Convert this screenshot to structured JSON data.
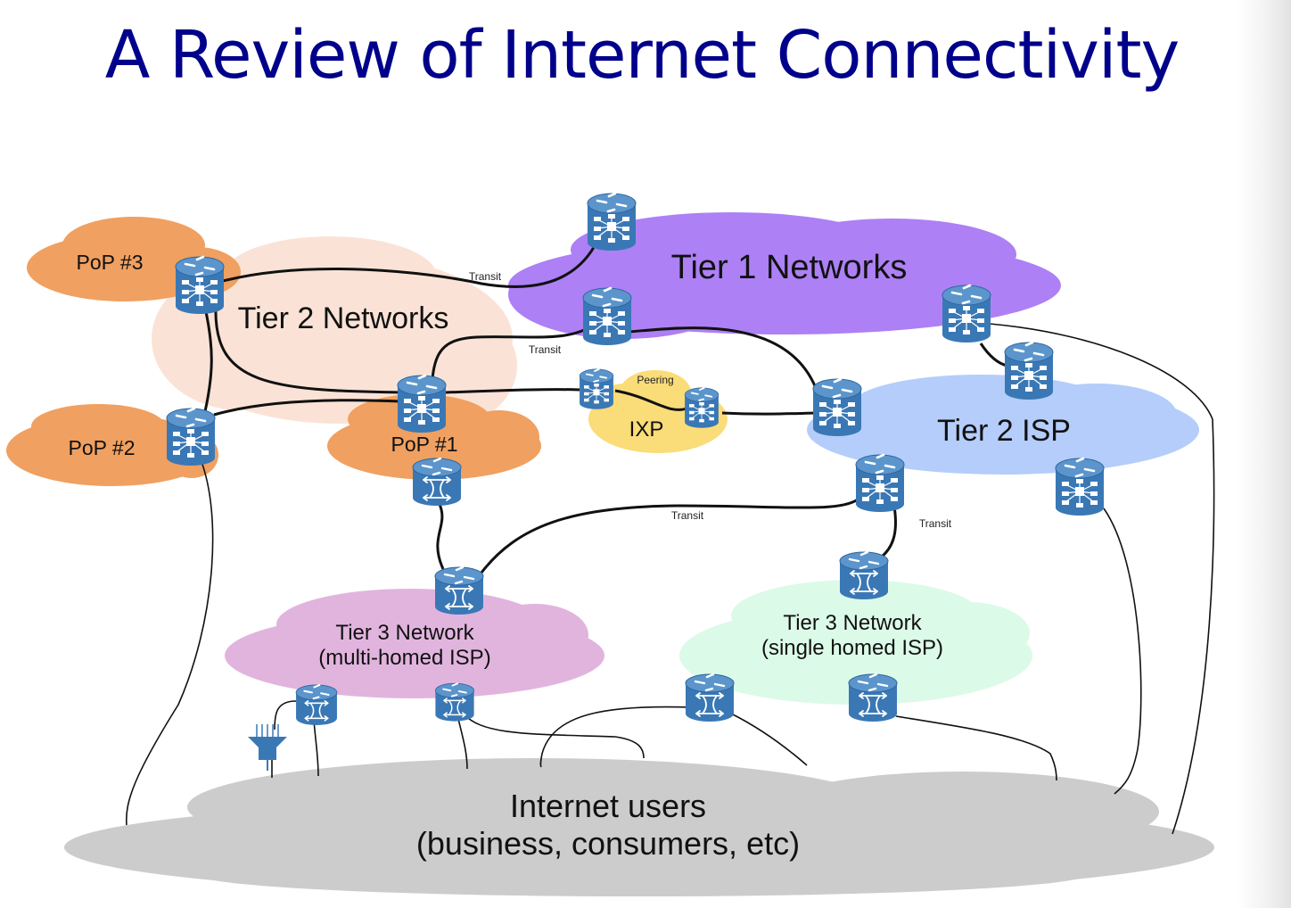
{
  "slide": {
    "title": "A Review of Internet Connectivity"
  },
  "colors": {
    "title": "#00008b",
    "pop": "#f0a060",
    "tier2_networks": "#fae3d6",
    "tier1": "#ad80f5",
    "ixp": "#fadc78",
    "tier2_isp": "#b4cdfa",
    "tier3_multi": "#e1b4de",
    "tier3_single": "#dcfae8",
    "users": "#cccccc",
    "device": "#3a78b5",
    "device_top": "#5b95cc"
  },
  "clouds": [
    {
      "id": "tier2-networks",
      "label": "Tier 2 Networks"
    },
    {
      "id": "pop-3",
      "label": "PoP #3"
    },
    {
      "id": "pop-2",
      "label": "PoP #2"
    },
    {
      "id": "pop-1",
      "label": "PoP #1"
    },
    {
      "id": "tier1",
      "label": "Tier 1 Networks"
    },
    {
      "id": "ixp",
      "label": "IXP"
    },
    {
      "id": "tier2-isp",
      "label": "Tier 2 ISP"
    },
    {
      "id": "tier3-multi",
      "label": "Tier 3 Network",
      "sublabel": "(multi-homed ISP)"
    },
    {
      "id": "tier3-single",
      "label": "Tier 3 Network",
      "sublabel": "(single homed ISP)"
    },
    {
      "id": "users",
      "label": "Internet users",
      "sublabel": "(business, consumers, etc)"
    }
  ],
  "link_labels": [
    {
      "id": "transit-pop3-tier1",
      "text": "Transit"
    },
    {
      "id": "transit-pop1-tier1",
      "text": "Transit"
    },
    {
      "id": "peering-ixp",
      "text": "Peering"
    },
    {
      "id": "transit-tier3multi-tier2isp",
      "text": "Transit"
    },
    {
      "id": "transit-tier3single-tier2isp",
      "text": "Transit"
    }
  ],
  "devices": [
    {
      "id": "r-pop3",
      "type": "router-core"
    },
    {
      "id": "r-pop2",
      "type": "router-core"
    },
    {
      "id": "r-pop1",
      "type": "router-core"
    },
    {
      "id": "r-tier1-top",
      "type": "router-core"
    },
    {
      "id": "r-tier1-mid",
      "type": "router-core"
    },
    {
      "id": "r-tier1-right",
      "type": "router-core"
    },
    {
      "id": "r-ixp-left",
      "type": "router-core"
    },
    {
      "id": "r-ixp-right",
      "type": "router-core"
    },
    {
      "id": "r-tier2isp-left",
      "type": "router-core"
    },
    {
      "id": "r-tier2isp-top",
      "type": "router-core"
    },
    {
      "id": "r-tier2isp-mid",
      "type": "router-core"
    },
    {
      "id": "r-tier2isp-right",
      "type": "router-core"
    },
    {
      "id": "r-pop1-edge",
      "type": "router-switch"
    },
    {
      "id": "r-tier3multi-top",
      "type": "router-switch"
    },
    {
      "id": "r-tier3multi-bl",
      "type": "router-switch"
    },
    {
      "id": "r-tier3multi-br",
      "type": "router-switch"
    },
    {
      "id": "r-tier3single-top",
      "type": "router-switch"
    },
    {
      "id": "r-tier3single-bl",
      "type": "router-switch"
    },
    {
      "id": "r-tier3single-br",
      "type": "router-switch"
    },
    {
      "id": "dslam",
      "type": "access-concentrator"
    }
  ]
}
